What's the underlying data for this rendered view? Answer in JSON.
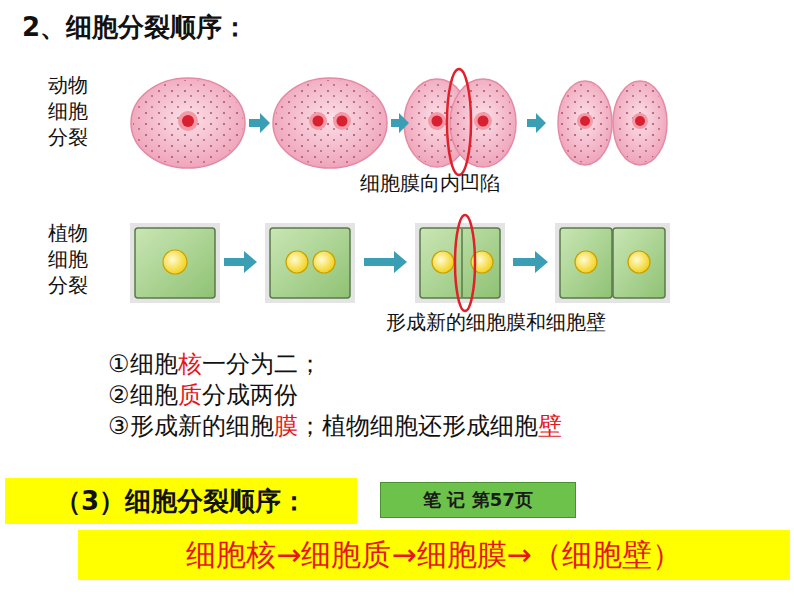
{
  "diagram": {
    "title": "2、细胞分裂顺序：",
    "nodes": [
      {
        "text": [
          "（3）细胞分裂顺序："
        ]
      },
      {
        "text": [
          "笔 记 第57页"
        ]
      },
      {
        "text": [
          "细胞核→细胞质→细胞膜→（细胞壁）"
        ]
      }
    ],
    "labels": [
      "动物细胞分裂",
      "细胞膜向内凹陷",
      "植物细胞分裂",
      "形成新的细胞膜和细胞壁",
      "①细胞",
      "核",
      "一分为二；",
      "②细胞",
      "质",
      "分成两份",
      "③形成新的细胞",
      "膜",
      "；植物细胞还形成细胞",
      "壁"
    ]
  }
}
